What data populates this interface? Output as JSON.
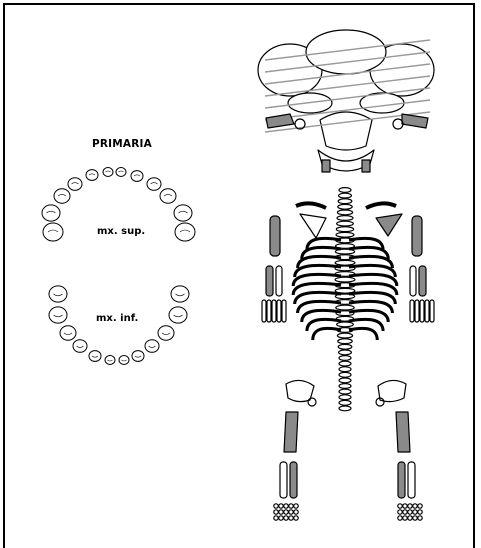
{
  "dentition": {
    "title": "PRIMARIA",
    "upper_label": "mx. sup.",
    "lower_label": "mx. inf."
  },
  "colors": {
    "ink": "#000000",
    "shaded_bone": "#8a8a8a",
    "paper": "#ffffff"
  },
  "icons": {
    "dental_chart": "primary-dentition-chart",
    "skeleton": "infant-skeleton-inventory"
  }
}
